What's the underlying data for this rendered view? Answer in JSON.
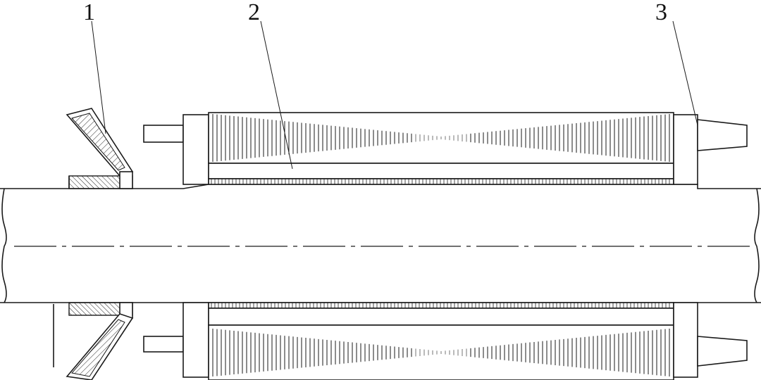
{
  "figure": {
    "labels": [
      {
        "id": "impeller",
        "text": "1"
      },
      {
        "id": "rotor-core",
        "text": "2"
      },
      {
        "id": "end-ring",
        "text": "3"
      }
    ]
  }
}
